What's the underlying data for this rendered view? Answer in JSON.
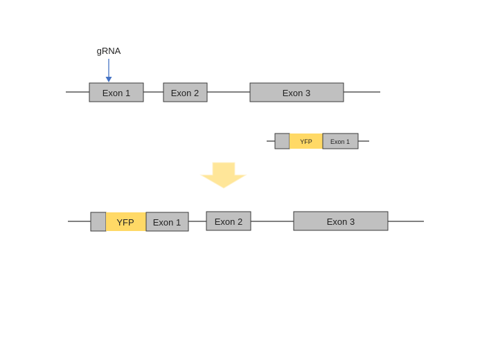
{
  "colors": {
    "exon_fill": "#c0c0c0",
    "exon_stroke": "#3a3a3a",
    "yfp_fill": "#ffd966",
    "arrow_down_fill": "#ffe699",
    "grna_arrow": "#4472c4",
    "line": "#000000"
  },
  "grna": {
    "label": "gRNA"
  },
  "gene": {
    "exons": [
      {
        "label": "Exon 1"
      },
      {
        "label": "Exon 2"
      },
      {
        "label": "Exon 3"
      }
    ]
  },
  "donor": {
    "yfp_label": "YFP",
    "exon_label": "Exon 1"
  },
  "result": {
    "yfp_label": "YFP",
    "exons": [
      {
        "label": "Exon 1"
      },
      {
        "label": "Exon 2"
      },
      {
        "label": "Exon 3"
      }
    ]
  }
}
